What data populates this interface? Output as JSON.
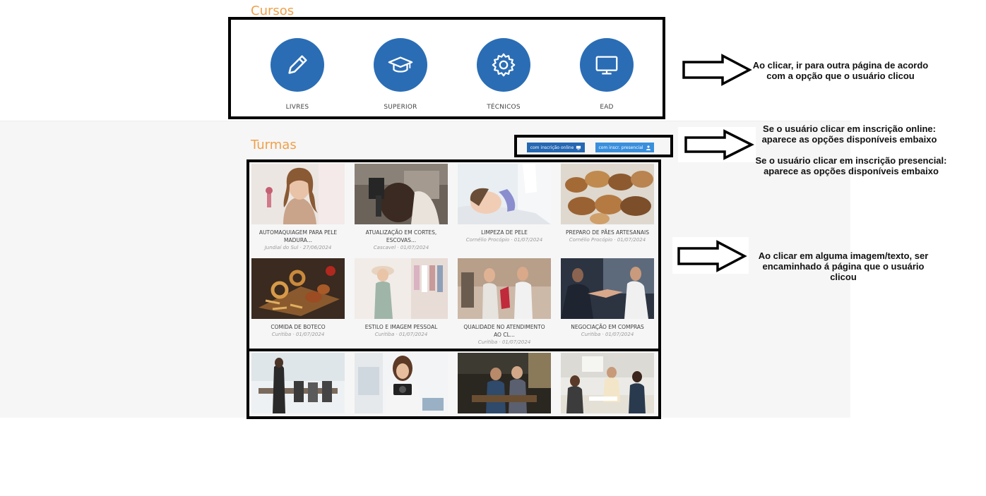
{
  "cursos": {
    "title": "Cursos",
    "items": [
      {
        "label": "LIVRES",
        "icon": "pencil-icon"
      },
      {
        "label": "SUPERIOR",
        "icon": "graduation-cap-icon"
      },
      {
        "label": "TÉCNICOS",
        "icon": "gear-icon"
      },
      {
        "label": "EAD",
        "icon": "monitor-icon"
      }
    ]
  },
  "turmas": {
    "title": "Turmas",
    "filters": {
      "online": "com inscrição online",
      "presencial": "com inscr. presencial"
    },
    "cards": [
      {
        "title": "AUTOMAQUIAGEM PARA PELE MADURA...",
        "meta": "Jundiaí do Sul · 27/06/2024"
      },
      {
        "title": "ATUALIZAÇÃO EM CORTES, ESCOVAS...",
        "meta": "Cascavel · 01/07/2024"
      },
      {
        "title": "LIMPEZA DE PELE",
        "meta": "Cornélio Procópio · 01/07/2024"
      },
      {
        "title": "PREPARO DE PÃES ARTESANAIS",
        "meta": "Cornélio Procópio · 01/07/2024"
      },
      {
        "title": "COMIDA DE BOTECO",
        "meta": "Curitiba · 01/07/2024"
      },
      {
        "title": "ESTILO E IMAGEM PESSOAL",
        "meta": "Curitiba · 01/07/2024"
      },
      {
        "title": "QUALIDADE NO ATENDIMENTO AO CL...",
        "meta": "Curitiba · 01/07/2024"
      },
      {
        "title": "NEGOCIAÇÃO EM COMPRAS",
        "meta": "Curitiba · 01/07/2024"
      }
    ]
  },
  "notes": {
    "cursos": "Ao clicar, ir para outra página de acordo com a opção que o usuário clicou",
    "online": "Se o usuário clicar em inscrição online: aparece as opções disponíveis embaixo",
    "presencial": "Se o usuário clicar em inscrição presencial: aparece as opções disponíveis embaixo",
    "cards": "Ao clicar em alguma imagem/texto, ser encaminhado á página que o usuário clicou"
  },
  "colors": {
    "accent_orange": "#f0a04a",
    "primary_blue": "#2a6db5"
  }
}
